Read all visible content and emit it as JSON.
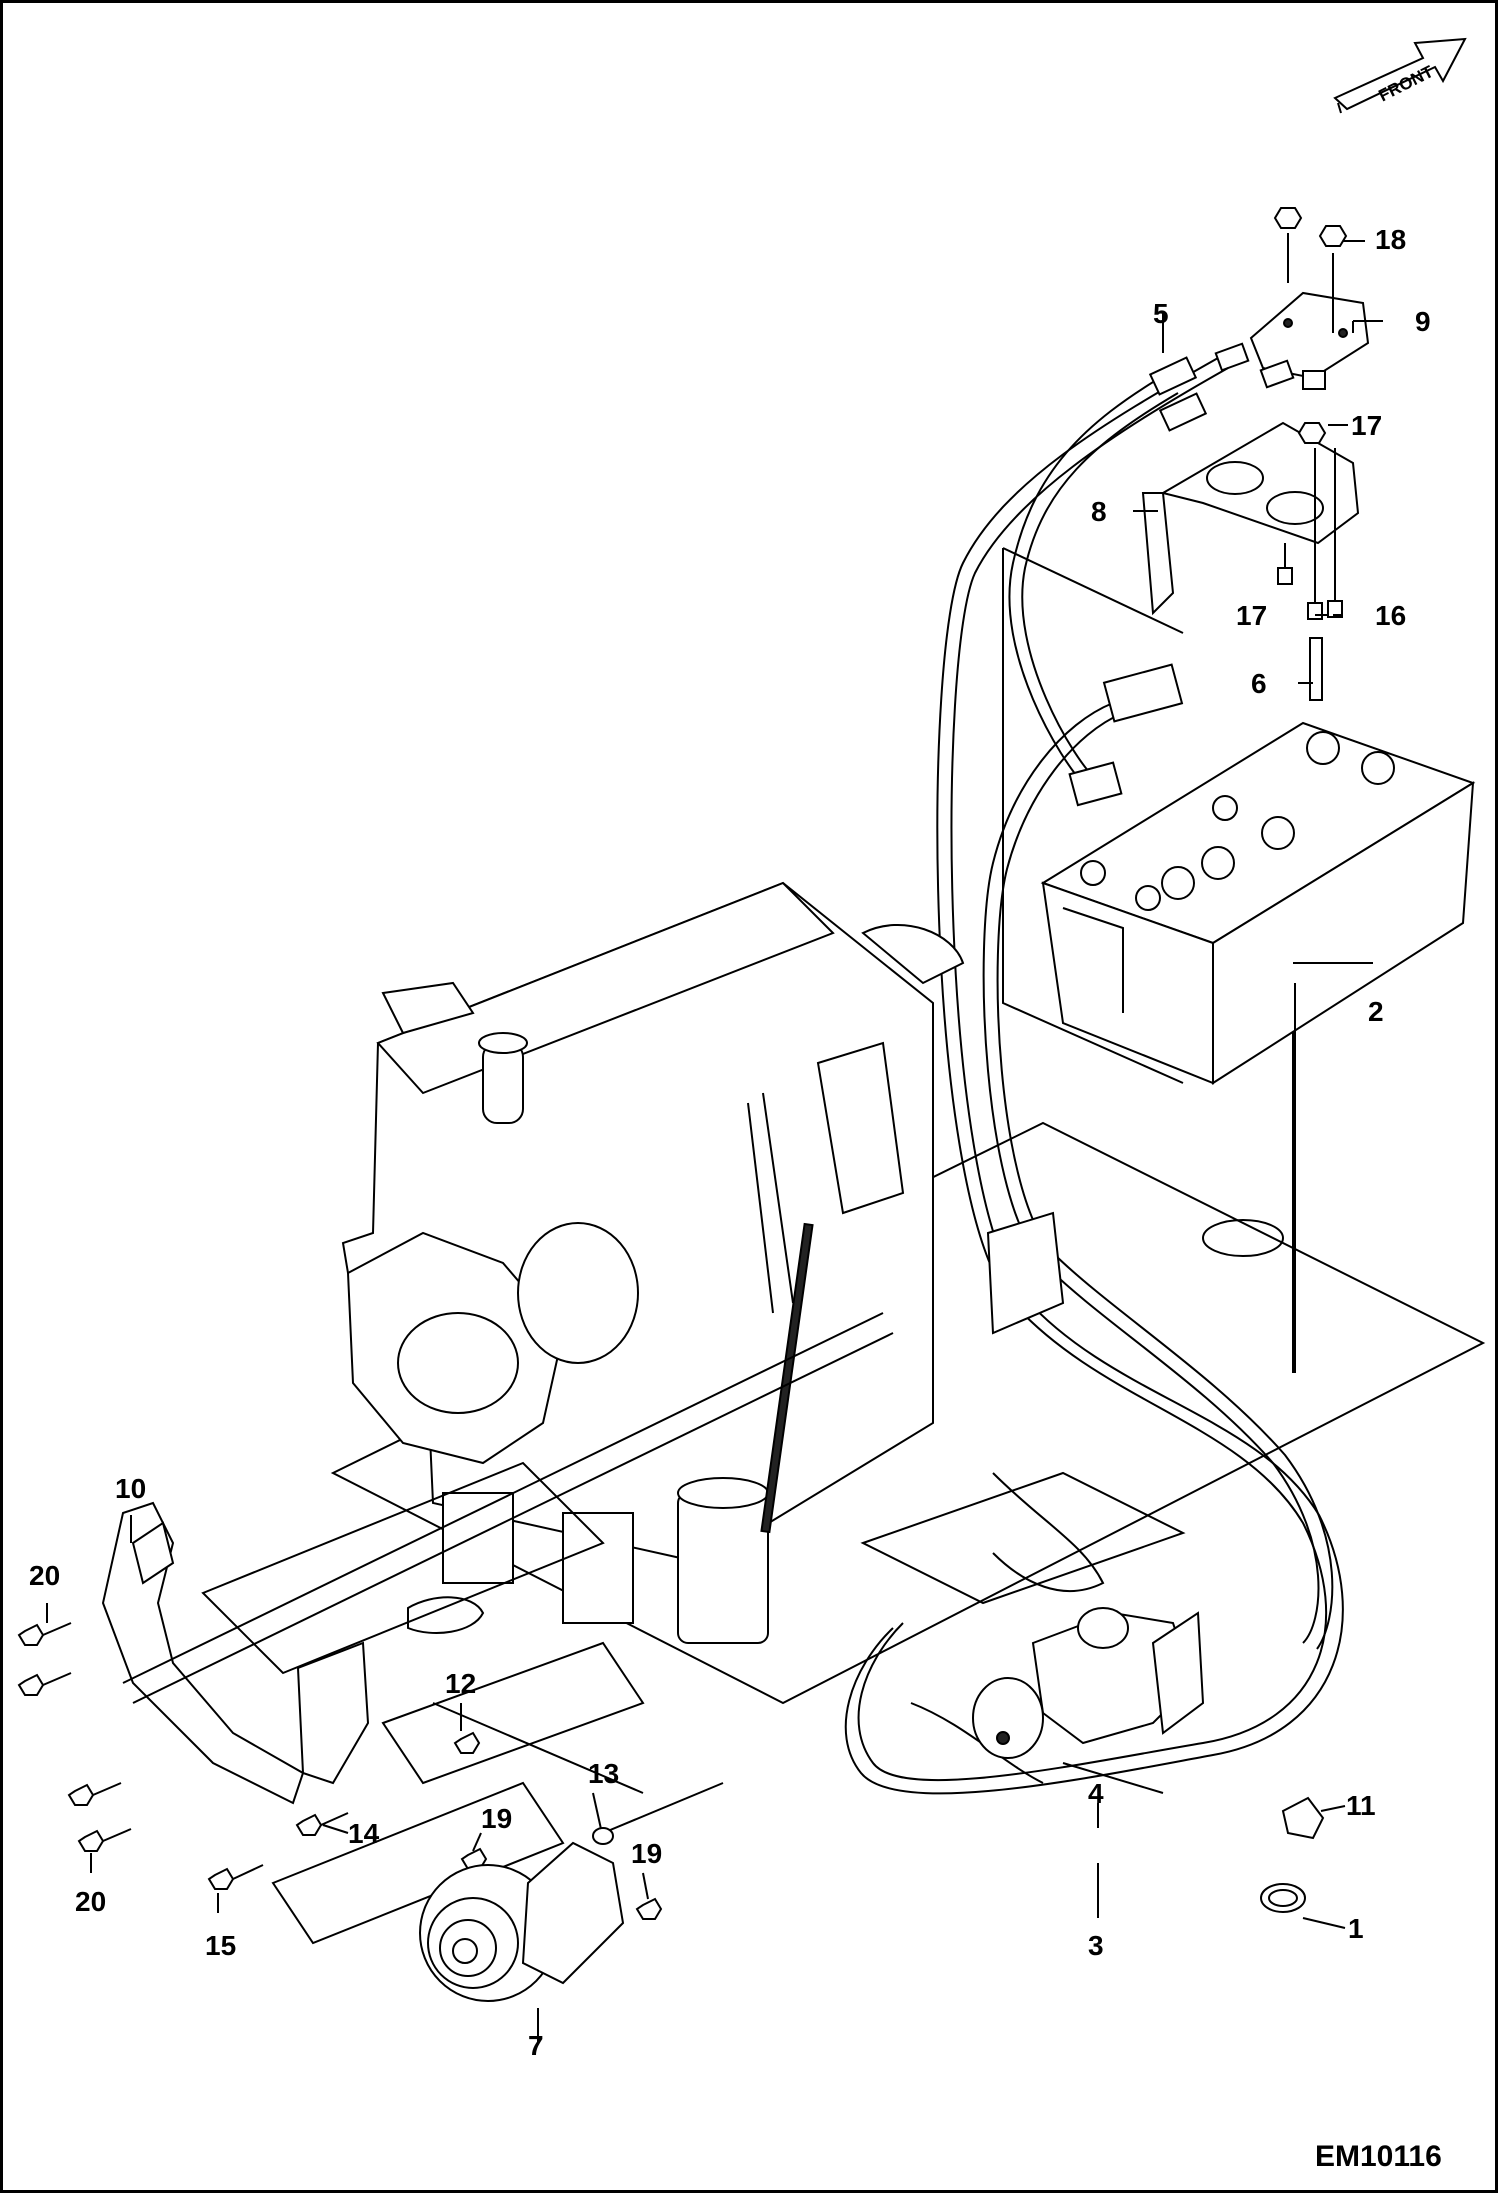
{
  "drawing": {
    "id": "EM10116",
    "orientation_label": "FRONT"
  },
  "callouts": [
    {
      "key": "c1",
      "label": "1"
    },
    {
      "key": "c2",
      "label": "2"
    },
    {
      "key": "c3",
      "label": "3"
    },
    {
      "key": "c4",
      "label": "4"
    },
    {
      "key": "c5",
      "label": "5"
    },
    {
      "key": "c6",
      "label": "6"
    },
    {
      "key": "c7",
      "label": "7"
    },
    {
      "key": "c8",
      "label": "8"
    },
    {
      "key": "c9",
      "label": "9"
    },
    {
      "key": "c10",
      "label": "10"
    },
    {
      "key": "c11",
      "label": "11"
    },
    {
      "key": "c12",
      "label": "12"
    },
    {
      "key": "c13",
      "label": "13"
    },
    {
      "key": "c14",
      "label": "14"
    },
    {
      "key": "c15",
      "label": "15"
    },
    {
      "key": "c16",
      "label": "16"
    },
    {
      "key": "c17a",
      "label": "17"
    },
    {
      "key": "c17b",
      "label": "17"
    },
    {
      "key": "c18",
      "label": "18"
    },
    {
      "key": "c19a",
      "label": "19"
    },
    {
      "key": "c19b",
      "label": "19"
    },
    {
      "key": "c20a",
      "label": "20"
    },
    {
      "key": "c20b",
      "label": "20"
    }
  ]
}
